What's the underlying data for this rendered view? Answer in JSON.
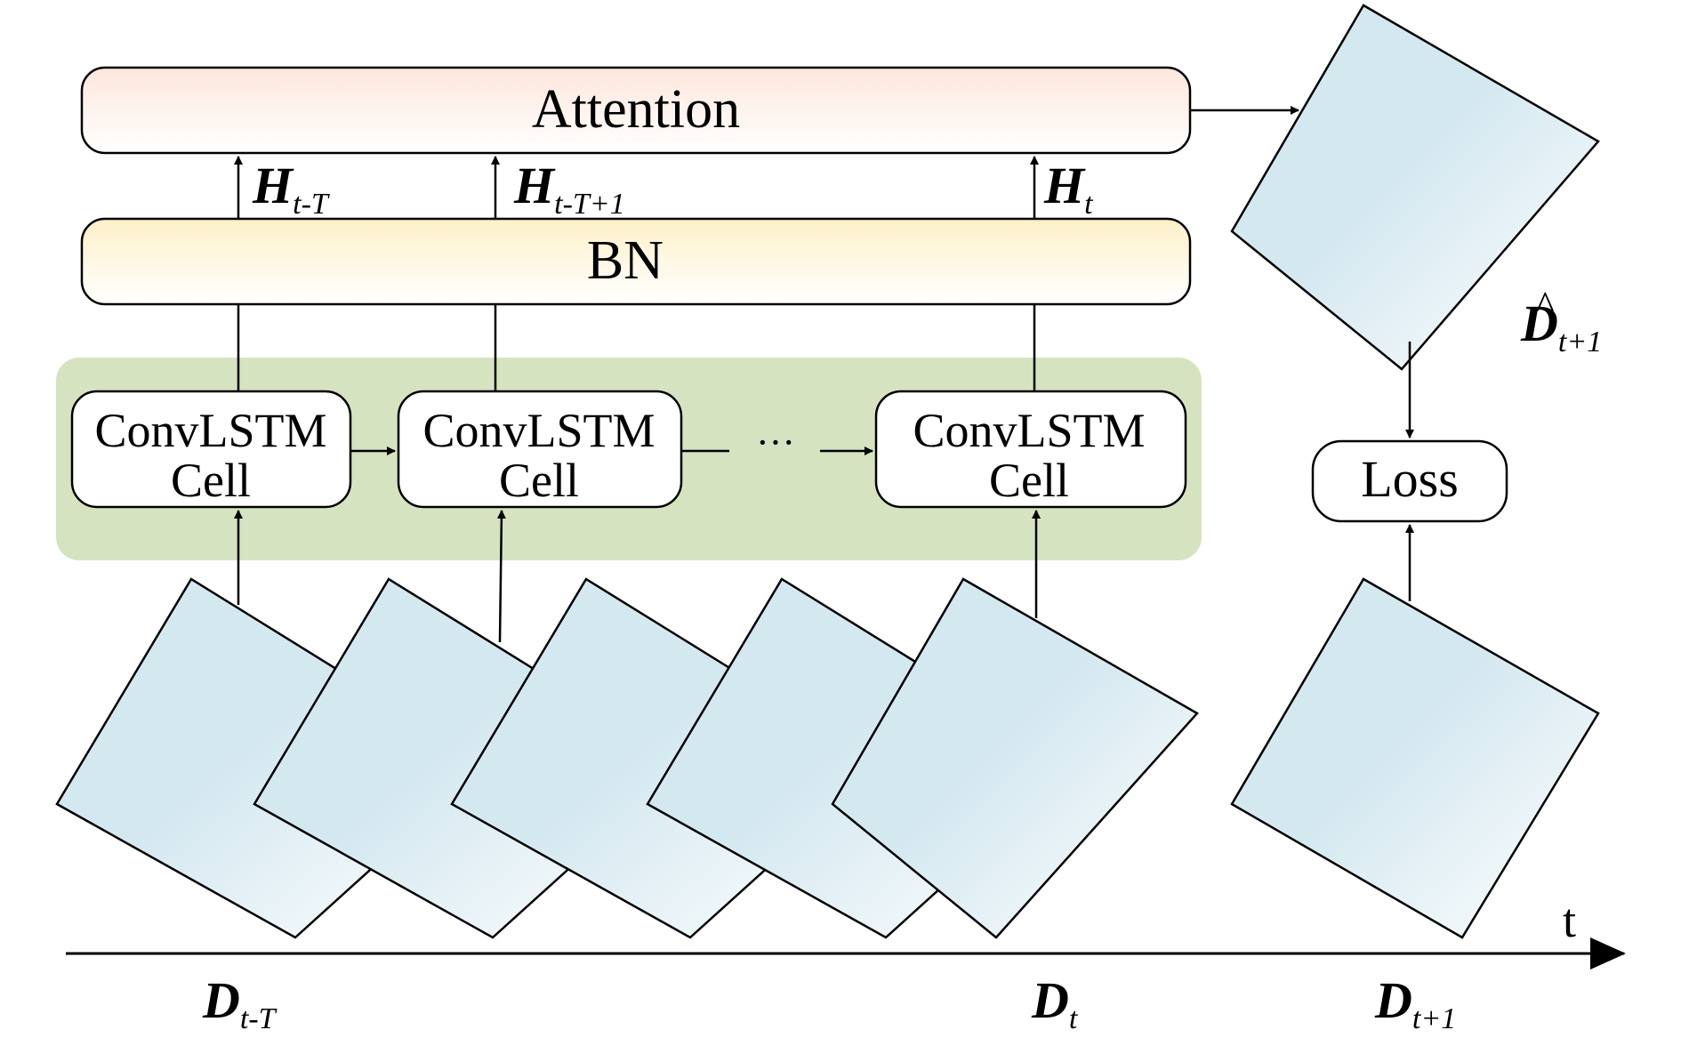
{
  "boxes": {
    "attention": "Attention",
    "bn": "BN",
    "loss": "Loss",
    "cell_line1": "ConvLSTM",
    "cell_line2": "Cell",
    "ellipsis": "···"
  },
  "hidden_labels": [
    {
      "main": "H",
      "sub": "t-T"
    },
    {
      "main": "H",
      "sub": "t-T+1"
    },
    {
      "main": "H",
      "sub": "t"
    }
  ],
  "prediction_label": {
    "main": "D",
    "hat": "^",
    "sub": "t+1"
  },
  "time_axis": {
    "label": "t"
  },
  "frame_labels": [
    {
      "main": "D",
      "sub": "t-T"
    },
    {
      "main": "D",
      "sub": "t"
    },
    {
      "main": "D",
      "sub": "t+1"
    }
  ],
  "colors": {
    "attention_top": "#fde7dc",
    "attention_bottom": "#ffffff",
    "bn_top": "#fdf0c8",
    "bn_bottom": "#ffffff",
    "cell_panel": "#d6e3c0",
    "frame_fill_a": "#d4e8f0",
    "frame_fill_b": "#ffffff",
    "stroke": "#000000"
  }
}
